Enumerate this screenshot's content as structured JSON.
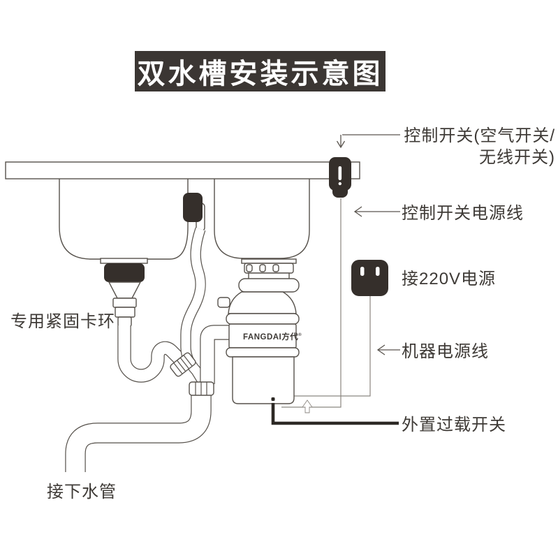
{
  "title": "双水槽安装示意图",
  "device": {
    "brand_en": "FANGDAI",
    "brand_cn": "方代",
    "registered_mark": "®"
  },
  "annotations": {
    "control_switch": {
      "line1": "控制开关(空气开关/",
      "line2": "无线开关)"
    },
    "control_switch_cord": {
      "text": "控制开关电源线"
    },
    "power_220v": {
      "text": "接220V电源"
    },
    "machine_cord": {
      "text": "机器电源线"
    },
    "overload_switch": {
      "text": "外置过载开关"
    },
    "clamp_ring": {
      "text": "专用紧固卡环"
    },
    "drain_pipe": {
      "text": "接下水管"
    }
  },
  "icons": {
    "control_switch": "wall-switch-icon",
    "switch_mark": "exclamation-icon",
    "power_plug": "power-plug-icon",
    "connect_hint": "up-arrow-icon"
  },
  "colors": {
    "background": "#ffffff",
    "outline": "#56514b",
    "dark_fill": "#352f2b",
    "wire": "#8b8680",
    "thick_cord": "#2d2925",
    "title_bg": "#3b3633",
    "title_text": "#ffffff",
    "label_text": "#3e3a36"
  }
}
